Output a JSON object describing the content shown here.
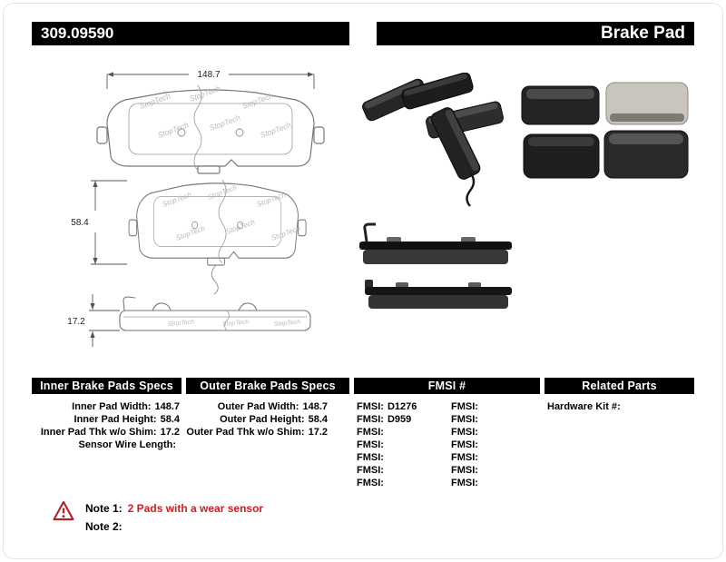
{
  "header": {
    "part_number": "309.09590",
    "product_type": "Brake Pad"
  },
  "drawings": {
    "watermark": "StopTech",
    "pad_width": "148.7",
    "pad_height": "58.4",
    "pad_thickness": "17.2"
  },
  "specs": {
    "inner": {
      "header": "Inner Brake Pads Specs",
      "rows": [
        {
          "label": "Inner Pad Width:",
          "value": "148.7"
        },
        {
          "label": "Inner Pad Height:",
          "value": "58.4"
        },
        {
          "label": "Inner Pad Thk w/o Shim:",
          "value": "17.2"
        },
        {
          "label": "Sensor Wire Length:",
          "value": ""
        }
      ]
    },
    "outer": {
      "header": "Outer Brake Pads Specs",
      "rows": [
        {
          "label": "Outer Pad Width:",
          "value": "148.7"
        },
        {
          "label": "Outer Pad Height:",
          "value": "58.4"
        },
        {
          "label": "Outer Pad Thk w/o Shim:",
          "value": "17.2"
        }
      ]
    },
    "fmsi": {
      "header": "FMSI #",
      "col1": [
        {
          "label": "FMSI:",
          "value": "D1276"
        },
        {
          "label": "FMSI:",
          "value": "D959"
        },
        {
          "label": "FMSI:",
          "value": ""
        },
        {
          "label": "FMSI:",
          "value": ""
        },
        {
          "label": "FMSI:",
          "value": ""
        },
        {
          "label": "FMSI:",
          "value": ""
        },
        {
          "label": "FMSI:",
          "value": ""
        }
      ],
      "col2": [
        {
          "label": "FMSI:",
          "value": ""
        },
        {
          "label": "FMSI:",
          "value": ""
        },
        {
          "label": "FMSI:",
          "value": ""
        },
        {
          "label": "FMSI:",
          "value": ""
        },
        {
          "label": "FMSI:",
          "value": ""
        },
        {
          "label": "FMSI:",
          "value": ""
        },
        {
          "label": "FMSI:",
          "value": ""
        }
      ]
    },
    "related": {
      "header": "Related Parts",
      "rows": [
        {
          "label": "Hardware Kit #:",
          "value": ""
        }
      ]
    }
  },
  "notes": {
    "note1_label": "Note 1:",
    "note1_text": "2 Pads with a wear sensor",
    "note2_label": "Note 2:",
    "note2_text": ""
  }
}
